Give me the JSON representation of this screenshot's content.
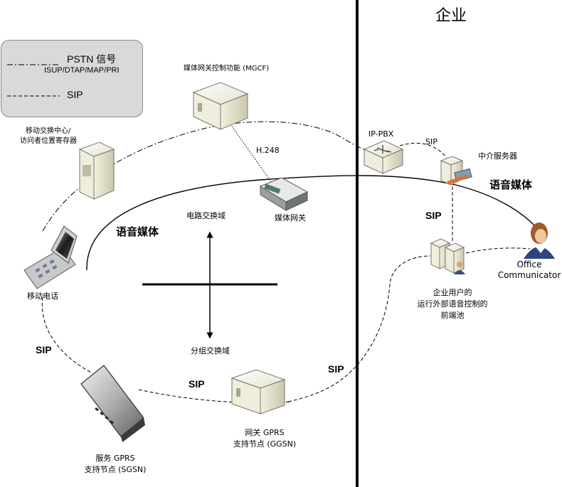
{
  "legend": {
    "pstn_label": "PSTN 信号",
    "pstn_sub": "ISUP/DTAP/MAP/PRI",
    "sip_label": "SIP"
  },
  "enterprise_title": "企业",
  "nodes": {
    "mgcf": "媒体网关控制功能 (MGCF)",
    "msc_line1": "移动交换中心/",
    "msc_line2": "访问者位置寄存器",
    "media_gateway": "媒体网关",
    "h248": "H.248",
    "ip_pbx": "IP-PBX",
    "mediation_server": "中介服务器",
    "office_comm_line1": "Office",
    "office_comm_line2": "Communicator",
    "front_end_line1": "企业用户的",
    "front_end_line2": "运行外部语音控制的",
    "front_end_line3": "前端池",
    "mobile_phone": "移动电话",
    "ggsn_line1": "网关 GPRS",
    "ggsn_line2": "支持节点 (GGSN)",
    "sgsn_line1": "服务 GPRS",
    "sgsn_line2": "支持节点 (SGSN)"
  },
  "domains": {
    "circuit": "电路交换域",
    "packet": "分组交换域"
  },
  "links": {
    "sip_pbx": "SIP",
    "sip_frontend": "SIP",
    "sip_phone": "SIP",
    "sip_ggsn": "SIP",
    "sip_right": "SIP"
  },
  "voice_media_left": "语音媒体",
  "voice_media_right": "语音媒体"
}
